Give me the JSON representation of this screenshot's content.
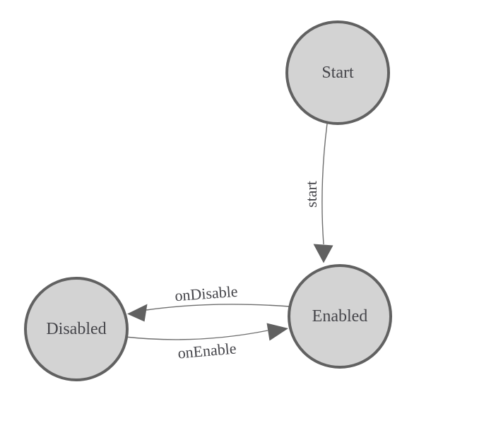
{
  "diagram": {
    "type": "state-machine",
    "colors": {
      "background": "#ffffff",
      "node_fill": "#d3d3d3",
      "node_border": "#616161",
      "edge": "#6e6e6e",
      "arrowhead": "#616161",
      "text": "#45454a"
    },
    "states": [
      {
        "label": "Start"
      },
      {
        "label": "Enabled"
      },
      {
        "label": "Disabled"
      }
    ],
    "transitions": [
      {
        "label": "start",
        "from": "Start",
        "to": "Enabled"
      },
      {
        "label": "onDisable",
        "from": "Enabled",
        "to": "Disabled"
      },
      {
        "label": "onEnable",
        "from": "Disabled",
        "to": "Enabled"
      }
    ]
  }
}
